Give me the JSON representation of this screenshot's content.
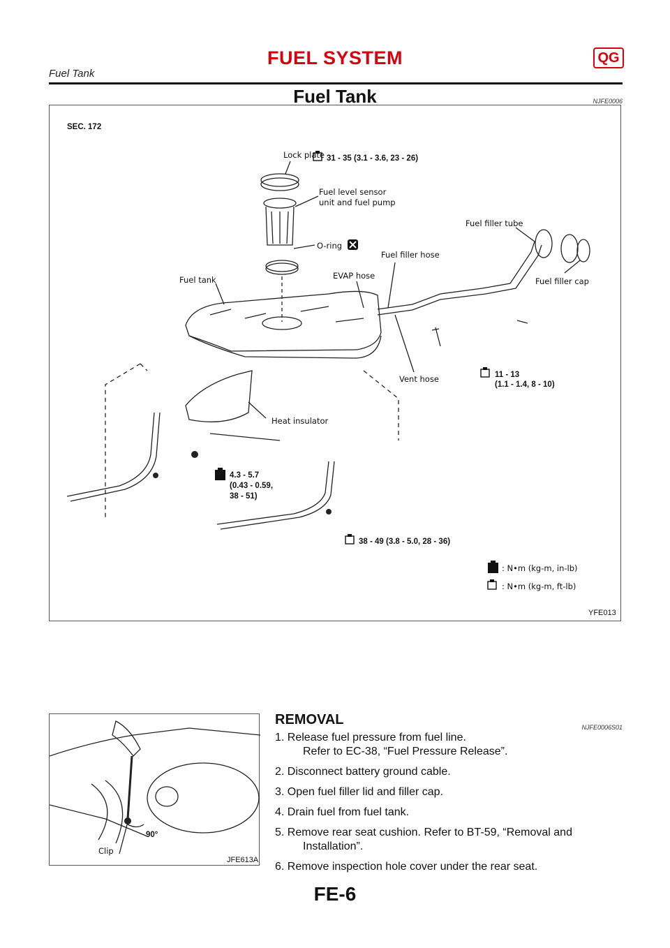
{
  "header": {
    "title": "FUEL SYSTEM",
    "badge": "QG",
    "subtitle": "Fuel Tank"
  },
  "section": {
    "title": "Fuel Tank",
    "ref": "NJFE0006"
  },
  "figure1": {
    "sec": "SEC. 172",
    "code": "YFE013",
    "labels": {
      "lock_plate": "Lock plate",
      "torque_lock": "31 - 35 (3.1 - 3.6, 23 - 26)",
      "sensor_1": "Fuel level sensor",
      "sensor_2": "unit and fuel pump",
      "oring": "O-ring",
      "filler_tube": "Fuel filler tube",
      "filler_hose": "Fuel filler hose",
      "evap_hose": "EVAP hose",
      "fuel_tank": "Fuel tank",
      "filler_cap": "Fuel filler cap",
      "vent_hose": "Vent hose",
      "torque_11_1": "11 - 13",
      "torque_11_2": "(1.1 - 1.4, 8 - 10)",
      "heat_insulator": "Heat insulator",
      "torque_43_1": "4.3 - 5.7",
      "torque_43_2": "(0.43 - 0.59,",
      "torque_43_3": "38 - 51)",
      "torque_38": "38 - 49 (3.8 - 5.0, 28 - 36)",
      "legend_inlb": ": N•m (kg-m, in-lb)",
      "legend_ftlb": ": N•m (kg-m, ft-lb)"
    }
  },
  "removal": {
    "title": "REMOVAL",
    "ref": "NJFE0006S01",
    "figure_code": "JFE613A",
    "figure_clip": "Clip",
    "figure_angle": "90°",
    "steps": [
      {
        "text": "1. Release fuel pressure from fuel line.",
        "cont": "Refer to EC-38, “Fuel Pressure Release”."
      },
      {
        "text": "2. Disconnect battery ground cable."
      },
      {
        "text": "3. Open fuel filler lid and filler cap."
      },
      {
        "text": "4. Drain fuel from fuel tank."
      },
      {
        "text": "5. Remove rear seat cushion. Refer to BT-59, “Removal and",
        "cont": "Installation”."
      },
      {
        "text": "6. Remove inspection hole cover under the rear seat."
      }
    ]
  },
  "footer": {
    "page": "FE-6"
  }
}
